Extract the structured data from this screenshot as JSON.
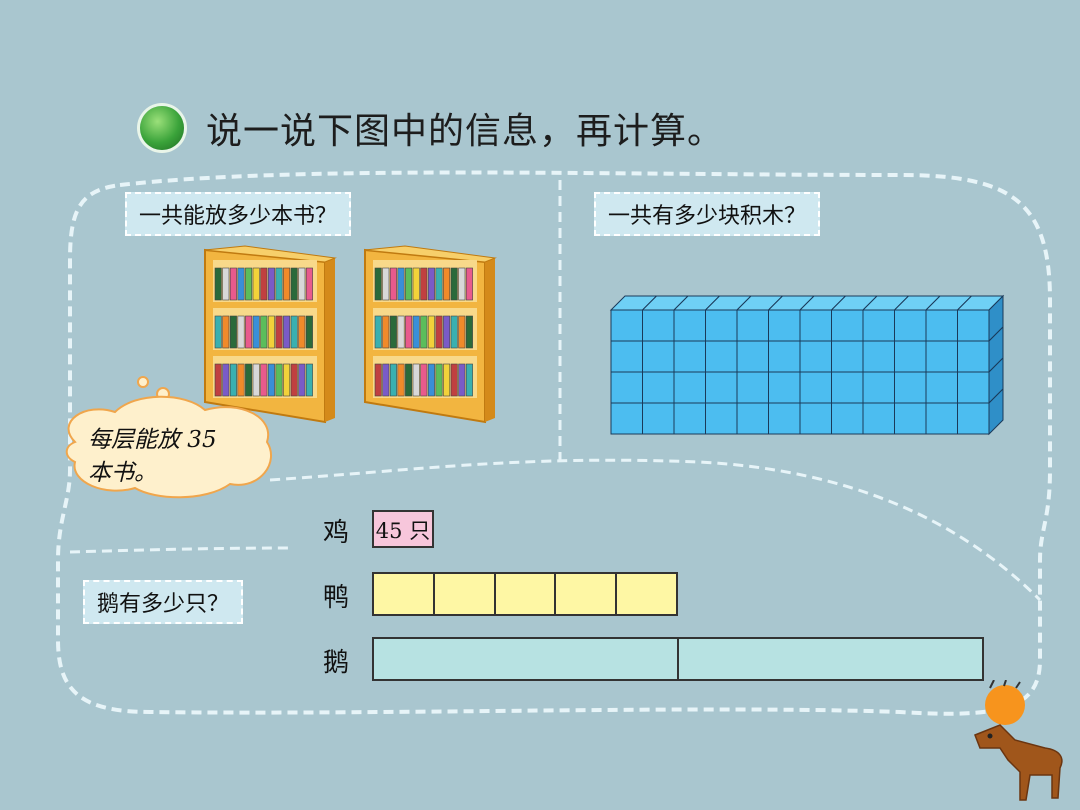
{
  "title": "说一说下图中的信息，再计算。",
  "questions": {
    "books": "一共能放多少本书？",
    "blocks": "一共有多少块积木？",
    "geese": "鹅有多少只？"
  },
  "thought_bubble": {
    "line1": "每层能放 35",
    "line2": "本书。"
  },
  "bar_model": {
    "chicken_label": "鸡",
    "chicken_value": "45 只",
    "duck_label": "鸭",
    "duck_segments": 5,
    "goose_label": "鹅",
    "goose_segments": 2
  },
  "colors": {
    "background": "#a9c6cf",
    "chicken_box": "#f7c6db",
    "duck_bar": "#fef7a4",
    "goose_bar": "#b7e2e2",
    "block": "#4cbdf0",
    "bookshelf": "#f2b540"
  },
  "icons": [
    "green-circle-icon",
    "bookshelf-illustration",
    "block-stack-illustration",
    "deer-illustration"
  ]
}
